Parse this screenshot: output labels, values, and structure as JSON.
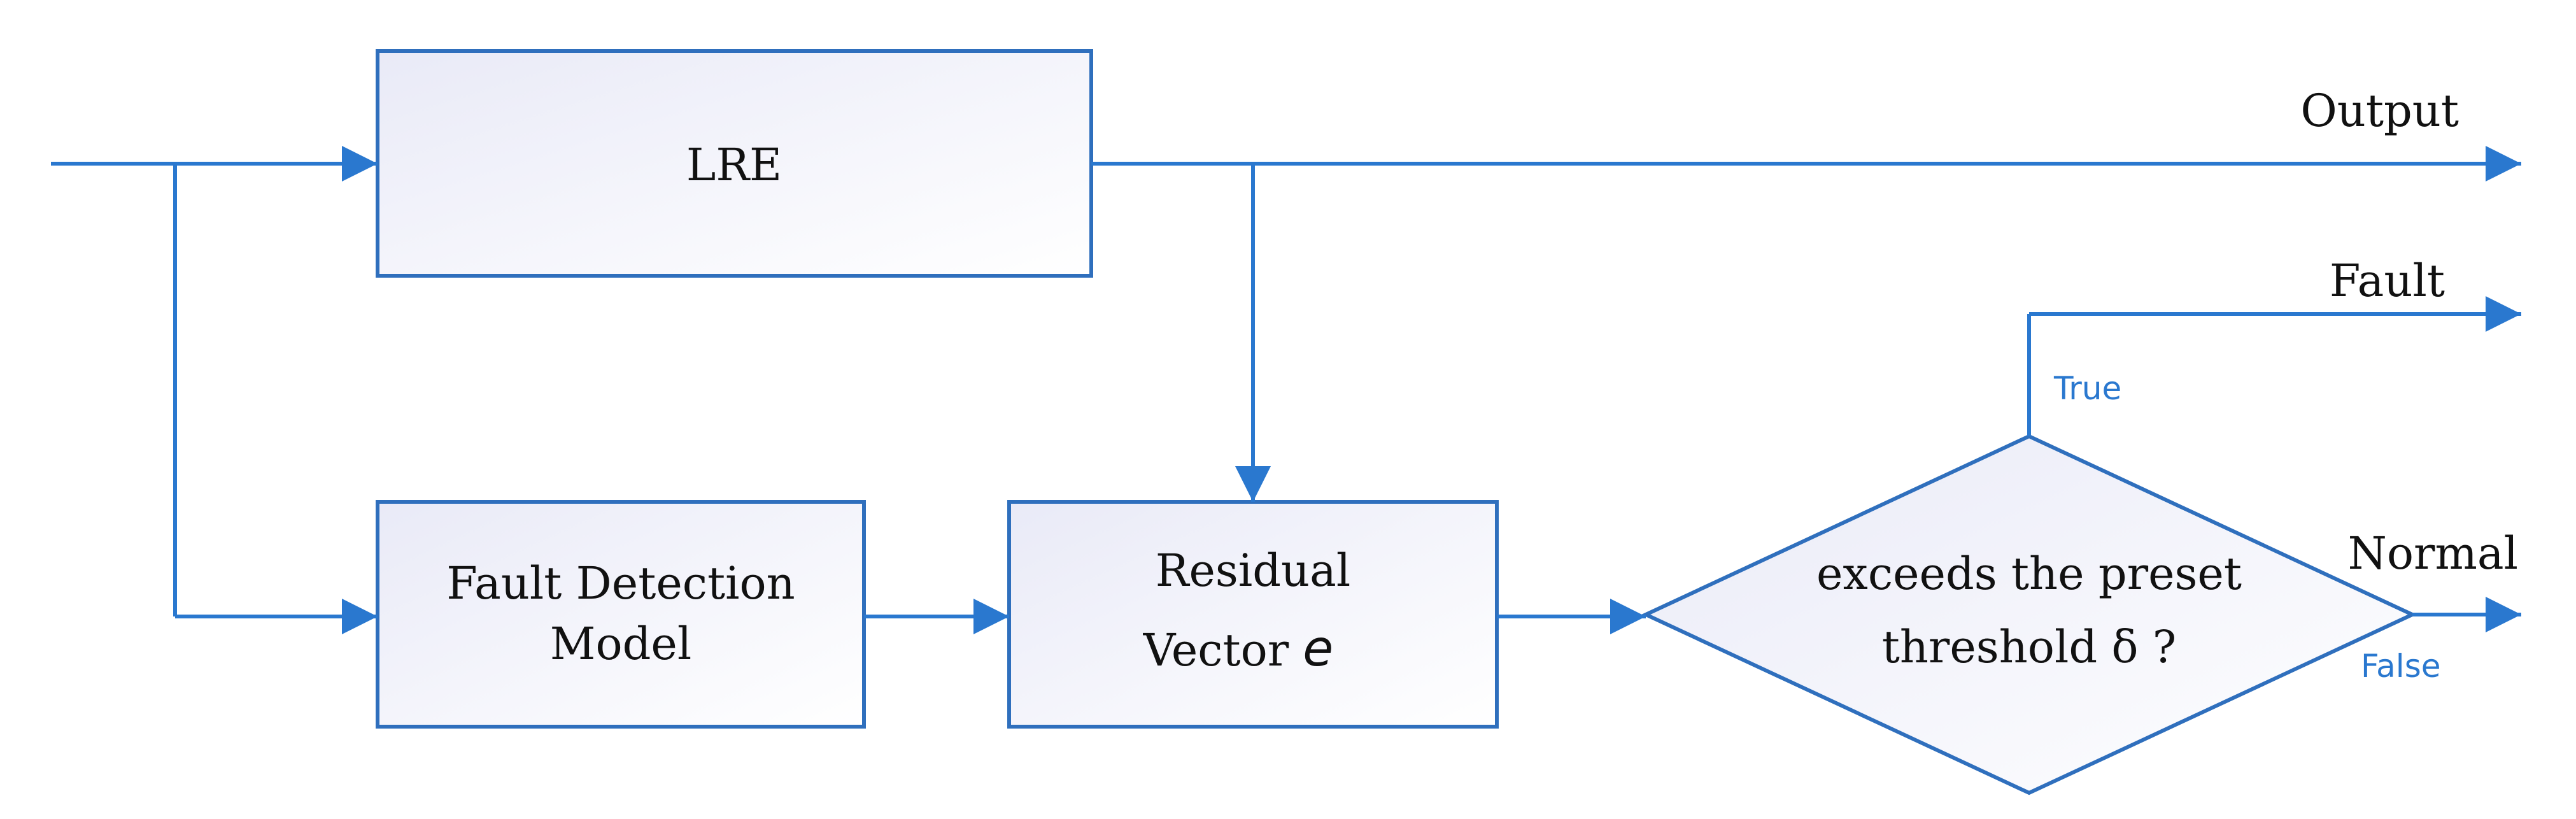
{
  "colors": {
    "stroke": "#2f6fbd",
    "arrow": "#2a78cf",
    "box_fill_start": "#e9eaf7",
    "box_fill_end": "#ffffff",
    "branch_label": "#2a78cf",
    "text": "#111111"
  },
  "blocks": {
    "lre": {
      "label": "LRE"
    },
    "fault_detection": {
      "line1": "Fault Detection",
      "line2": "Model"
    },
    "residual": {
      "line1": "Residual",
      "line2": "Vector",
      "symbol": "e"
    },
    "decision": {
      "line1": "exceeds the preset",
      "line2": "threshold δ ?"
    }
  },
  "outputs": {
    "output": "Output",
    "fault": "Fault",
    "normal": "Normal"
  },
  "branches": {
    "true_label": "True",
    "false_label": "False"
  }
}
